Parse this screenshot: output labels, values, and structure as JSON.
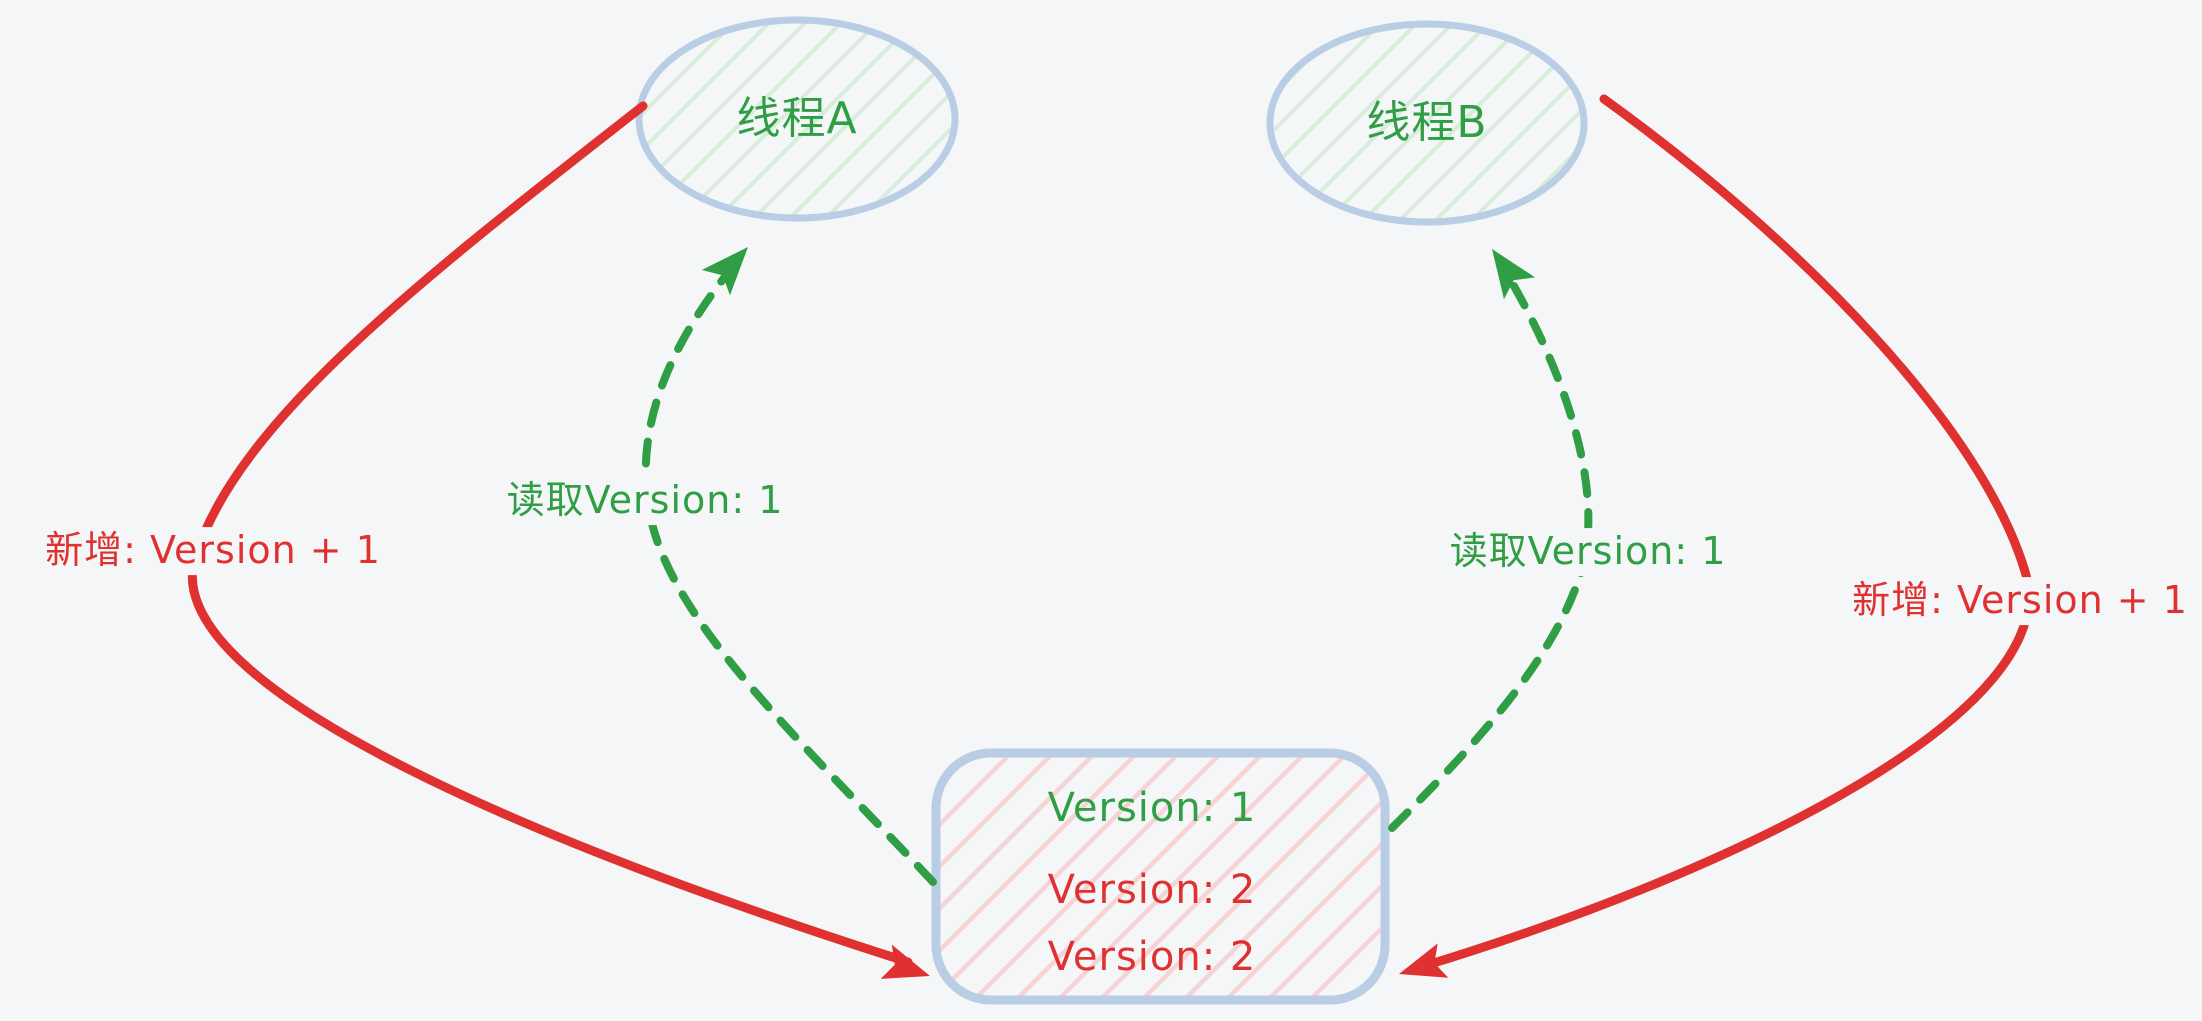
{
  "colors": {
    "background": "#f5f6f8",
    "green": "#2f9e44",
    "red": "#e03131",
    "shape_stroke": "#b9cde4",
    "green_hatch": "#d7edda",
    "red_hatch": "#f8d3d3"
  },
  "nodes": {
    "thread_a": {
      "label": "线程A"
    },
    "thread_b": {
      "label": "线程B"
    },
    "version_box": {
      "lines": [
        {
          "text": "Version: 1",
          "color": "#2f9e44"
        },
        {
          "text": "Version: 2",
          "color": "#e03131"
        },
        {
          "text": "Version: 2",
          "color": "#e03131"
        }
      ]
    }
  },
  "edges": {
    "read_left": {
      "label": "读取Version: 1",
      "color": "#2f9e44",
      "style": "dashed-arrow",
      "from": "version_box",
      "to": "thread_a"
    },
    "read_right": {
      "label": "读取Version: 1",
      "color": "#2f9e44",
      "style": "dashed-arrow",
      "from": "version_box",
      "to": "thread_b"
    },
    "add_left": {
      "label": "新增: Version + 1",
      "color": "#e03131",
      "style": "solid-arrow",
      "from": "thread_a",
      "to": "version_box"
    },
    "add_right": {
      "label": "新增: Version + 1",
      "color": "#e03131",
      "style": "solid-arrow",
      "from": "thread_b",
      "to": "version_box"
    }
  }
}
